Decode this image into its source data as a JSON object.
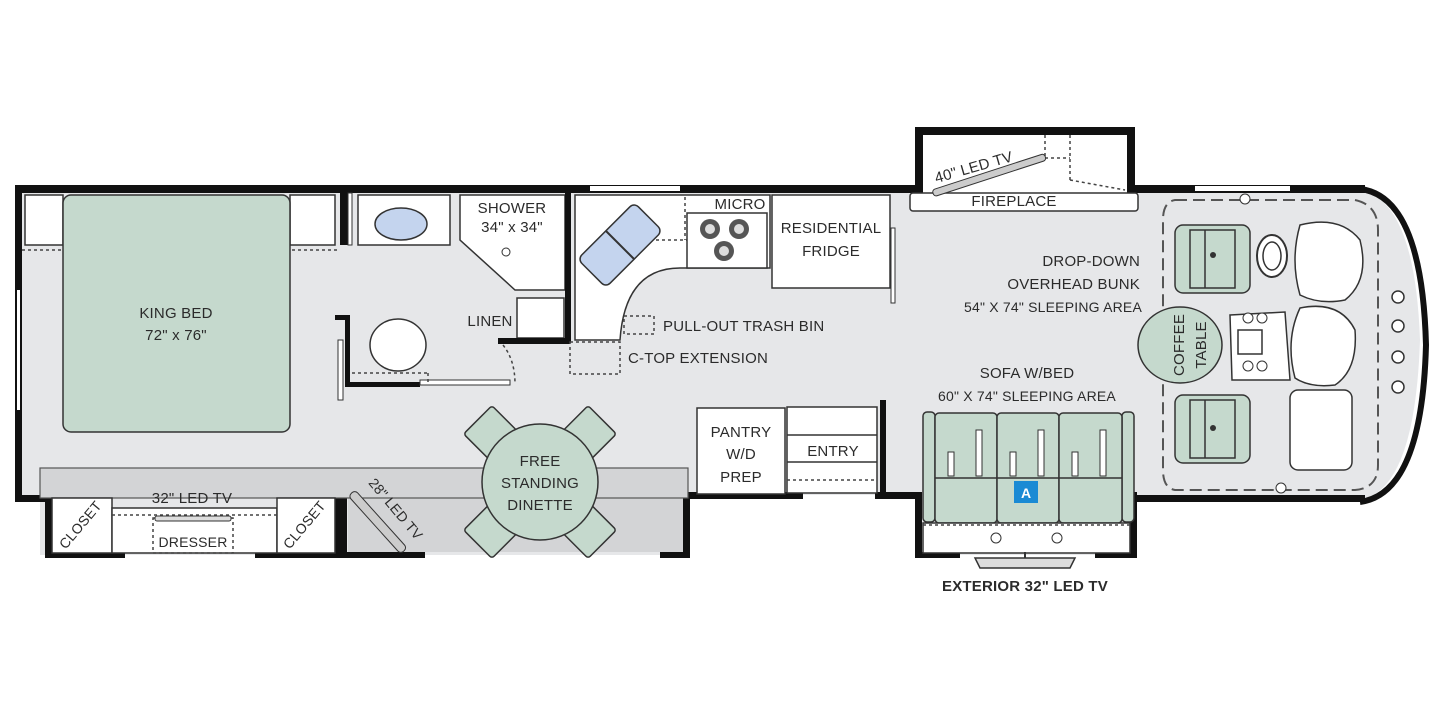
{
  "floorplan": {
    "rooms": {
      "bedroom": {
        "bed_label": "KING BED",
        "bed_size": "72\" x 76\"",
        "closet_left": "CLOSET",
        "closet_right": "CLOSET",
        "dresser": "DRESSER",
        "tv": "32\" LED TV"
      },
      "bath": {
        "shower_label": "SHOWER",
        "shower_size": "34\" x 34\"",
        "linen": "LINEN"
      },
      "kitchen": {
        "micro": "MICRO",
        "fridge_line1": "RESIDENTIAL",
        "fridge_line2": "FRIDGE",
        "trash": "PULL-OUT TRASH BIN",
        "ctop": "C-TOP EXTENSION",
        "pantry_line1": "PANTRY",
        "pantry_line2": "W/D",
        "pantry_line3": "PREP",
        "entry": "ENTRY"
      },
      "dinette": {
        "line1": "FREE",
        "line2": "STANDING",
        "line3": "DINETTE",
        "tv": "28\" LED TV"
      },
      "living": {
        "tv": "40\" LED TV",
        "fireplace": "FIREPLACE",
        "bunk_line1": "DROP-DOWN",
        "bunk_line2": "OVERHEAD BUNK",
        "bunk_line3": "54\" X 74\" SLEEPING AREA",
        "sofa_line1": "SOFA W/BED",
        "sofa_line2": "60\" X 74\" SLEEPING AREA",
        "sofa_badge": "A",
        "exterior_tv": "EXTERIOR 32\" LED TV"
      },
      "cockpit": {
        "coffee_line1": "COFFEE",
        "coffee_line2": "TABLE"
      }
    },
    "colors": {
      "wall": "#111111",
      "floor": "#e6e7e9",
      "furniture_green": "#c5d9cd",
      "fixture_blue": "#c4d4ee",
      "badge_blue": "#1a8ad4"
    }
  }
}
